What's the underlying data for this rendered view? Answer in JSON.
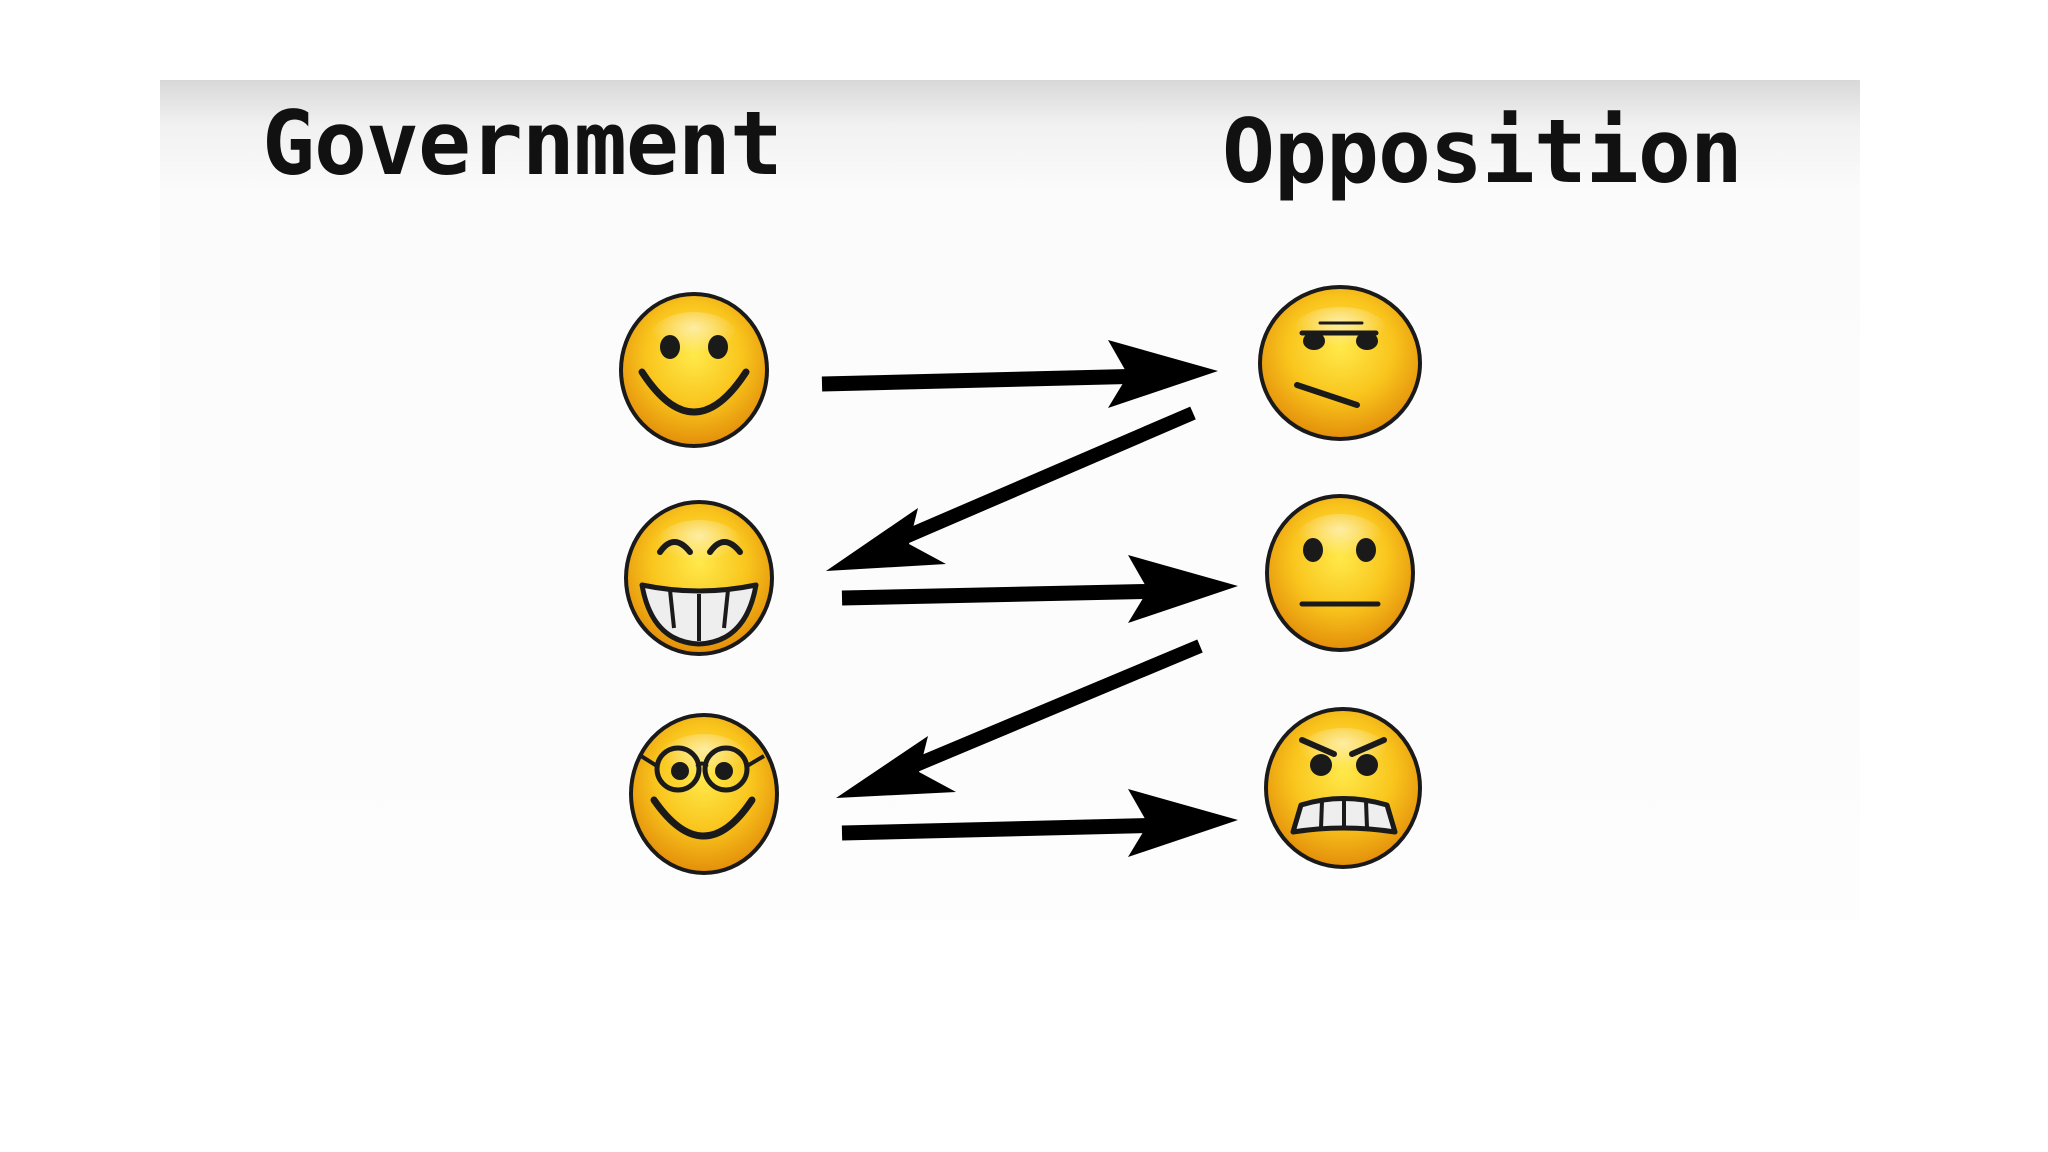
{
  "headers": {
    "government": "Government",
    "opposition": "Opposition"
  },
  "colors": {
    "face_center": "#ffe94a",
    "face_mid": "#f9c51d",
    "face_edge": "#e38e0a",
    "outline": "#1a1a1a",
    "arrow": "#000000",
    "teeth": "#eeeeee"
  },
  "faces": {
    "government": [
      "smiling-face-icon",
      "grinning-face-icon",
      "nerd-face-icon"
    ],
    "opposition": [
      "skeptical-face-icon",
      "neutral-face-icon",
      "angry-face-icon"
    ]
  },
  "arrows": [
    {
      "from": "government-1",
      "to": "opposition-1"
    },
    {
      "from": "opposition-1",
      "to": "government-2"
    },
    {
      "from": "government-2",
      "to": "opposition-2"
    },
    {
      "from": "opposition-2",
      "to": "government-3"
    },
    {
      "from": "government-3",
      "to": "opposition-3"
    }
  ]
}
